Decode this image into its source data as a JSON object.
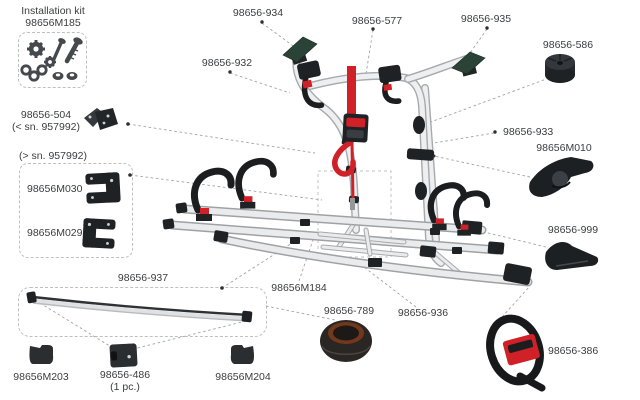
{
  "colors": {
    "accent_red": "#cf2127",
    "part_black": "#1f2225",
    "tube_gray": "#edeff0",
    "green_plate": "#2b4336",
    "ring_brown": "#73381c",
    "leader_gray": "#a0a4a7",
    "text": "#3b3d3f"
  },
  "installation_kit": {
    "title": "Installation kit",
    "code": "98656M185"
  },
  "parts": {
    "p934": {
      "label": "98656-934"
    },
    "p577": {
      "label": "98656-577"
    },
    "p935": {
      "label": "98656-935"
    },
    "p932": {
      "label": "98656-932"
    },
    "p586": {
      "label": "98656-586"
    },
    "p504": {
      "label": "98656-504",
      "note": "(< sn. 957992)"
    },
    "serial_note": {
      "label": "(> sn. 957992)"
    },
    "pM030": {
      "label": "98656M030"
    },
    "pM029": {
      "label": "98656M029"
    },
    "p933": {
      "label": "98656-933"
    },
    "pM010": {
      "label": "98656M010"
    },
    "p999": {
      "label": "98656-999"
    },
    "p937": {
      "label": "98656-937"
    },
    "pM184": {
      "label": "98656M184"
    },
    "p789": {
      "label": "98656-789"
    },
    "p936": {
      "label": "98656-936"
    },
    "p386": {
      "label": "98656-386"
    },
    "pM203": {
      "label": "98656M203"
    },
    "p486": {
      "label": "98656-486",
      "note": "(1 pc.)"
    },
    "pM204": {
      "label": "98656M204"
    }
  }
}
